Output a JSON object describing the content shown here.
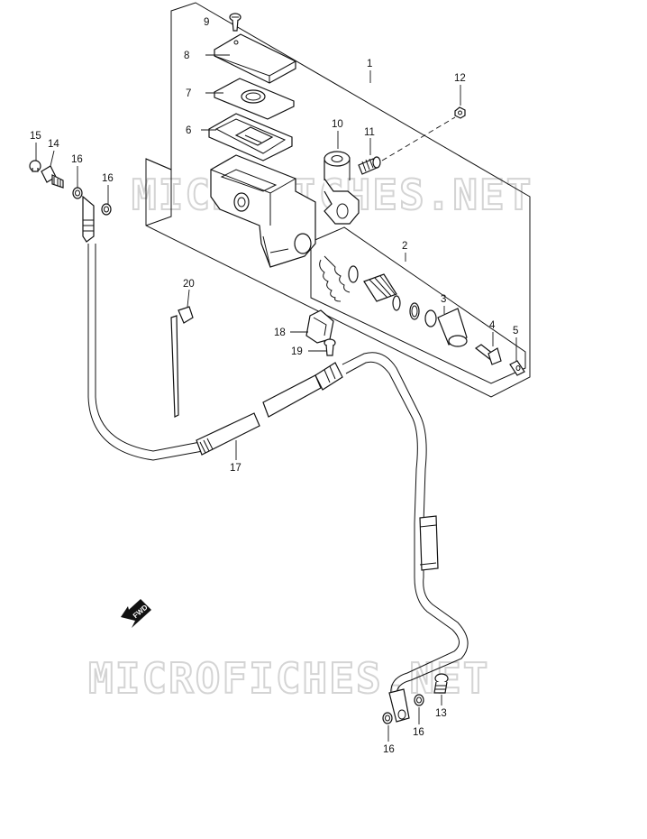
{
  "watermarks": [
    "MICROFICHES.NET",
    "MICROFICHES.NET"
  ],
  "fwd_arrow_text": "FWD",
  "callouts": {
    "c1": "1",
    "c2": "2",
    "c3": "3",
    "c4": "4",
    "c5": "5",
    "c6": "6",
    "c7": "7",
    "c8": "8",
    "c9": "9",
    "c10": "10",
    "c11": "11",
    "c12": "12",
    "c13": "13",
    "c14": "14",
    "c15": "15",
    "c16a": "16",
    "c16b": "16",
    "c16c": "16",
    "c16d": "16",
    "c17": "17",
    "c18": "18",
    "c19": "19",
    "c20": "20"
  }
}
